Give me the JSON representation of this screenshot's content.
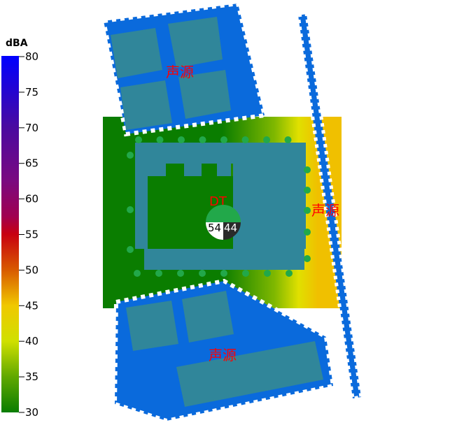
{
  "legend": {
    "unit": "dBA",
    "ticks": [
      "80",
      "75",
      "70",
      "65",
      "60",
      "55",
      "50",
      "45",
      "40",
      "35",
      "30"
    ],
    "colors": [
      "#0000ff",
      "#4a0aa0",
      "#7a0a80",
      "#9a0050",
      "#c80010",
      "#d05000",
      "#f0c000",
      "#d8e000",
      "#90c000",
      "#108000"
    ]
  },
  "sources": [
    {
      "label": "声源"
    },
    {
      "label": "声源"
    },
    {
      "label": "声源"
    }
  ],
  "receiver": {
    "label": "DT",
    "day_value": "54",
    "night_value": "44"
  },
  "colors": {
    "source_fill": "#0a6adc",
    "building": "#30869a",
    "map_low": "#0a7d00",
    "map_high": "#f0c000"
  }
}
